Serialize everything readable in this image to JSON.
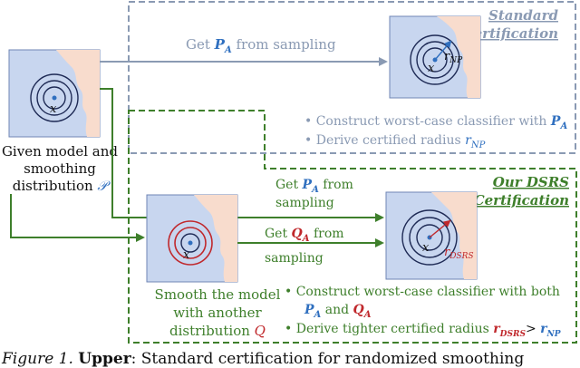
{
  "standard": {
    "title_line1": "Standard",
    "title_line2": "Certification",
    "arrow_label_prefix": "Get ",
    "arrow_label_var": "P",
    "arrow_label_sub": "A",
    "arrow_label_suffix": " from sampling",
    "bullet1_prefix": "Construct worst-case classifier with ",
    "bullet1_var": "P",
    "bullet1_sub": "A",
    "bullet2_prefix": "Derive certified radius ",
    "bullet2_var": "r",
    "bullet2_sub": "NP",
    "radius_var": "r",
    "radius_sub": "NP"
  },
  "input": {
    "point_label": "x",
    "caption_line1": "Given model and",
    "caption_line2": "smoothing",
    "caption_line3_prefix": "distribution ",
    "caption_line3_var": "𝒫"
  },
  "dsrs": {
    "title_line1": "Our DSRS",
    "title_line2": "Certification",
    "arrow1_line1_prefix": "Get ",
    "arrow1_var": "P",
    "arrow1_sub": "A",
    "arrow1_line1_suffix": " from",
    "arrow1_line2": "sampling",
    "arrow2_line1_prefix": "Get ",
    "arrow2_var": "Q",
    "arrow2_sub": "A",
    "arrow2_line1_suffix": " from",
    "arrow2_line2": "sampling",
    "smooth_line1": "Smooth the model",
    "smooth_line2": "with another",
    "smooth_line3_prefix": "distribution ",
    "smooth_line3_var": "Q",
    "bullet1_line1": "Construct worst-case classifier with both",
    "bullet1_line2_var1": "P",
    "bullet1_line2_sub1": "A",
    "bullet1_line2_mid": " and ",
    "bullet1_line2_var2": "Q",
    "bullet1_line2_sub2": "A",
    "bullet2_prefix": "Derive tighter certified radius ",
    "bullet2_var1": "r",
    "bullet2_sub1": "DSRS",
    "bullet2_gt": "> ",
    "bullet2_var2": "r",
    "bullet2_sub2": "NP",
    "radius_var": "r",
    "radius_sub": "DSRS",
    "point_label_1": "x",
    "point_label_2": "x"
  },
  "caption": {
    "prefix": "Figure 1.",
    "bold": "Upper",
    "text": ": Standard certification for randomized smoothing"
  },
  "colors": {
    "blue_region": "#c8d6ef",
    "peach_region": "#f8dccd",
    "panel_border": "#6f86b4",
    "gray_dash": "#8a9ab3",
    "green": "#3e7f2b",
    "red": "#c0282c",
    "point_blue": "#2f6fbf"
  }
}
